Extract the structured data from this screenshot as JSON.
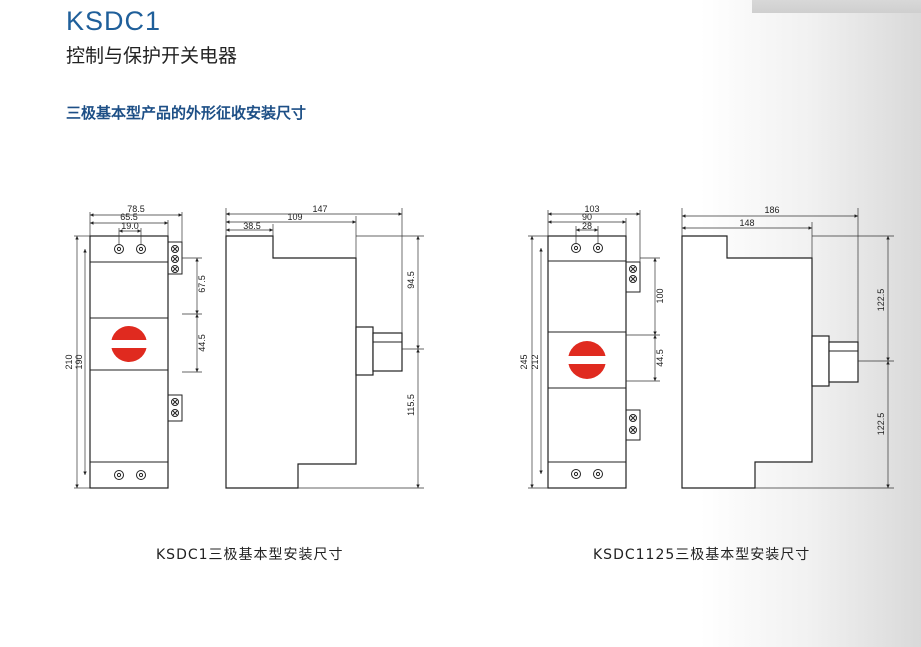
{
  "header": {
    "title": "KSDC1",
    "subtitle": "控制与保护开关电器",
    "section": "三极基本型产品的外形征收安装尺寸"
  },
  "figures": {
    "left": {
      "caption": "KSDC1三极基本型安装尺寸",
      "dims": {
        "w_total": "78.5",
        "w_mid": "65.5",
        "w_hole": "19.0",
        "h_total": "210",
        "h_holes": "190",
        "h_upper": "67.5",
        "h_handle": "44.5",
        "depth_total": "147",
        "depth_step": "109",
        "depth_front": "38.5",
        "side_upper": "94.5",
        "side_lower": "115.5"
      }
    },
    "right": {
      "caption": "KSDC1125三极基本型安装尺寸",
      "dims": {
        "w_total": "103",
        "w_mid": "90",
        "w_hole": "28",
        "h_total": "245",
        "h_holes": "212",
        "h_upper": "100",
        "h_handle": "44.5",
        "depth_total": "186",
        "depth_step": "148",
        "side_upper": "122.5",
        "side_lower": "122.5"
      }
    }
  },
  "colors": {
    "title": "#1f5f9a",
    "section": "#1d4f86",
    "handle": "#e02a1f"
  }
}
